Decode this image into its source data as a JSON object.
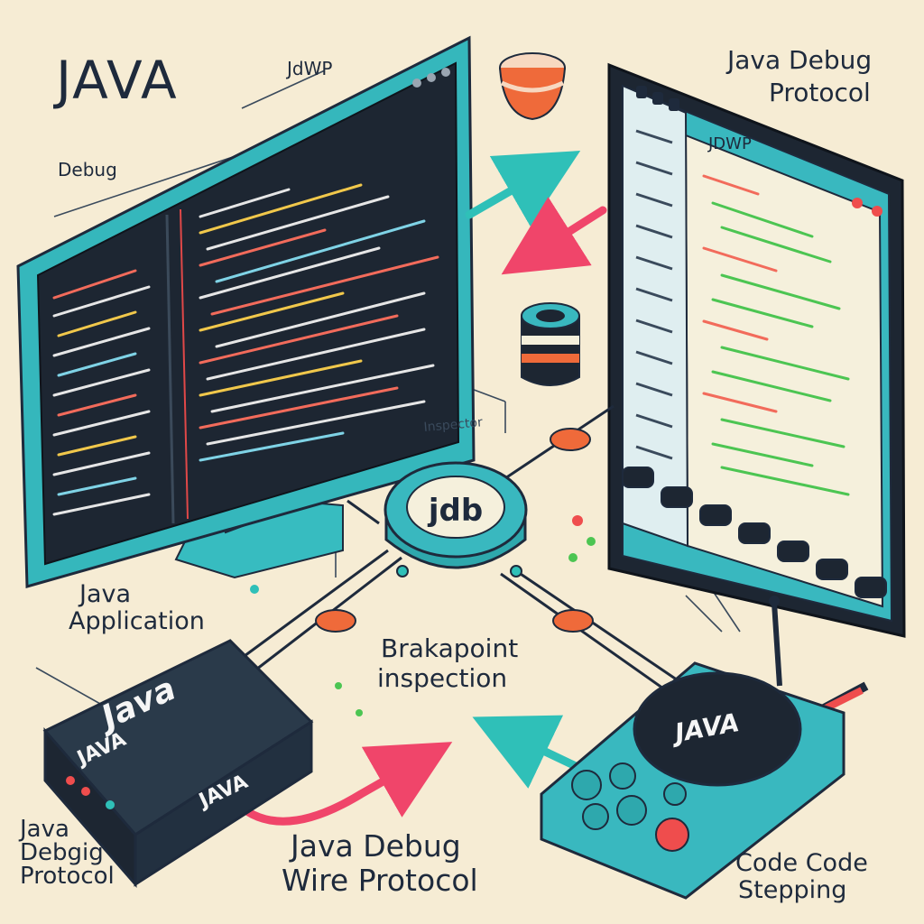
{
  "labels": {
    "java_title": "JAVA",
    "jdwp_top": "JdWP",
    "debug_small": "Debug",
    "jdb_protocol_top_line1": "Java Debug",
    "jdb_protocol_top_line2": "Protocol",
    "jdwp_window_title": "JDWP",
    "inspector_small": "Inspector",
    "hub_label": "jdb",
    "java_application_line1": "Java",
    "java_application_line2": "Application",
    "breakpoint_line1": "Brakapoint",
    "breakpoint_line2": "inspection",
    "java_debug_bottom_left": "Java\nDebgig\nProtocol",
    "jdwp_bottom_line1": "Java Debug",
    "jdwp_bottom_line2": "Wire Protocol",
    "code_stepping_line1": "Code Code",
    "code_stepping_line2": "Stepping",
    "device_java_main": "Java",
    "device_java_2": "JAVA",
    "device_java_3": "JAVA",
    "controller_java": "JAVA"
  },
  "colors": {
    "background": "#f6ecd4",
    "ink": "#1e2a3c",
    "teal": "#2fb8b8",
    "screen_dark": "#1d2632",
    "arrow_red": "#f0456a",
    "arrow_teal": "#2fc0b8",
    "node_orange": "#ef6a3a"
  },
  "icons": {
    "database": "database-stack-icon",
    "bowl": "bowl-icon",
    "hub": "hub-node-icon"
  }
}
